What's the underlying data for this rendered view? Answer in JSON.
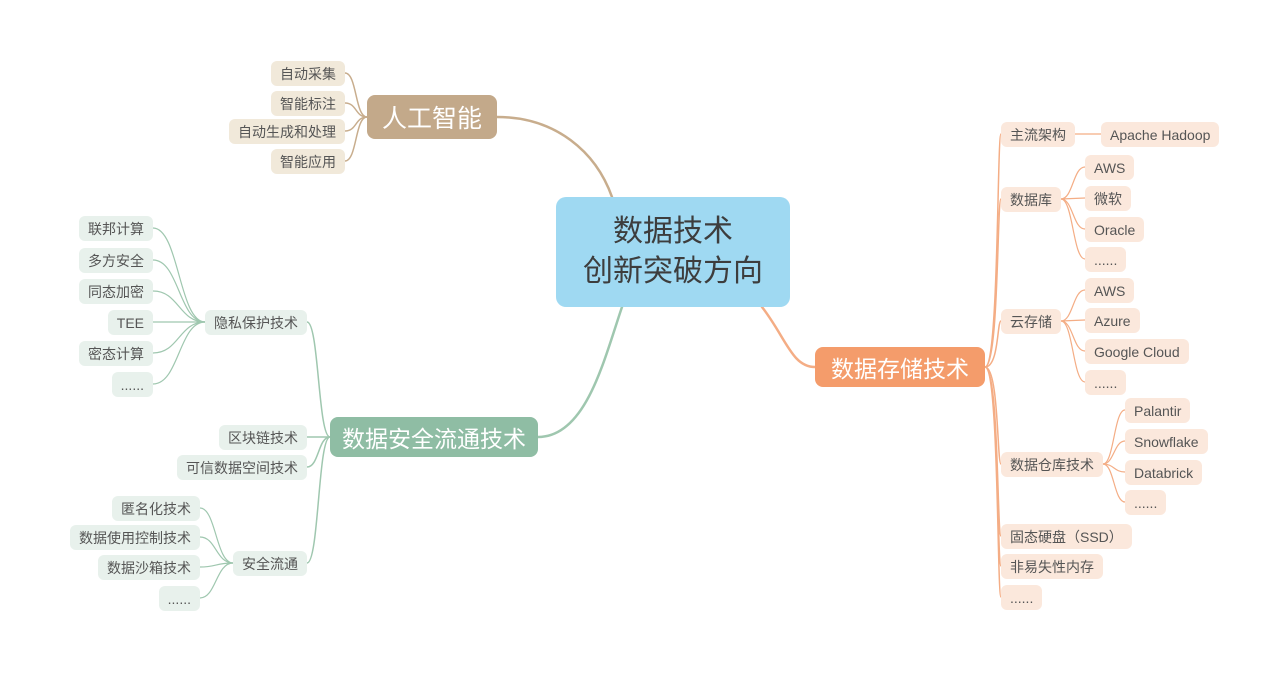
{
  "colors": {
    "root_bg": "#9fd9f2",
    "branch_ai_bg": "#c3a98a",
    "branch_security_bg": "#8fbda4",
    "branch_storage_bg": "#f49c6b",
    "leaf_ai_bg": "#f1e9da",
    "leaf_security_bg": "#e8f1ec",
    "leaf_storage_bg": "#fbe8dc",
    "connector_ai": "#c8ad8d",
    "connector_security": "#9fc7af",
    "connector_storage": "#f4ad85"
  },
  "root": {
    "label": "数据技术\n创新突破方向"
  },
  "branches": [
    {
      "label": "人工智能",
      "children": [
        {
          "label": "自动采集"
        },
        {
          "label": "智能标注"
        },
        {
          "label": "自动生成和处理"
        },
        {
          "label": "智能应用"
        }
      ]
    },
    {
      "label": "数据安全流通技术",
      "children": [
        {
          "label": "隐私保护技术",
          "children": [
            {
              "label": "联邦计算"
            },
            {
              "label": "多方安全"
            },
            {
              "label": "同态加密"
            },
            {
              "label": "TEE"
            },
            {
              "label": "密态计算"
            },
            {
              "label": "......"
            }
          ]
        },
        {
          "label": "区块链技术"
        },
        {
          "label": "可信数据空间技术"
        },
        {
          "label": "安全流通",
          "children": [
            {
              "label": "匿名化技术"
            },
            {
              "label": "数据使用控制技术"
            },
            {
              "label": "数据沙箱技术"
            },
            {
              "label": "......"
            }
          ]
        }
      ]
    },
    {
      "label": "数据存储技术",
      "children": [
        {
          "label": "主流架构",
          "children": [
            {
              "label": "Apache Hadoop"
            }
          ]
        },
        {
          "label": "数据库",
          "children": [
            {
              "label": "AWS"
            },
            {
              "label": "微软"
            },
            {
              "label": "Oracle"
            },
            {
              "label": "......"
            }
          ]
        },
        {
          "label": "云存储",
          "children": [
            {
              "label": "AWS"
            },
            {
              "label": "Azure"
            },
            {
              "label": "Google Cloud"
            },
            {
              "label": "......"
            }
          ]
        },
        {
          "label": "数据仓库技术",
          "children": [
            {
              "label": "Palantir"
            },
            {
              "label": "Snowflake"
            },
            {
              "label": "Databrick"
            },
            {
              "label": "......"
            }
          ]
        },
        {
          "label": "固态硬盘（SSD）"
        },
        {
          "label": "非易失性内存"
        },
        {
          "label": "......"
        }
      ]
    }
  ]
}
